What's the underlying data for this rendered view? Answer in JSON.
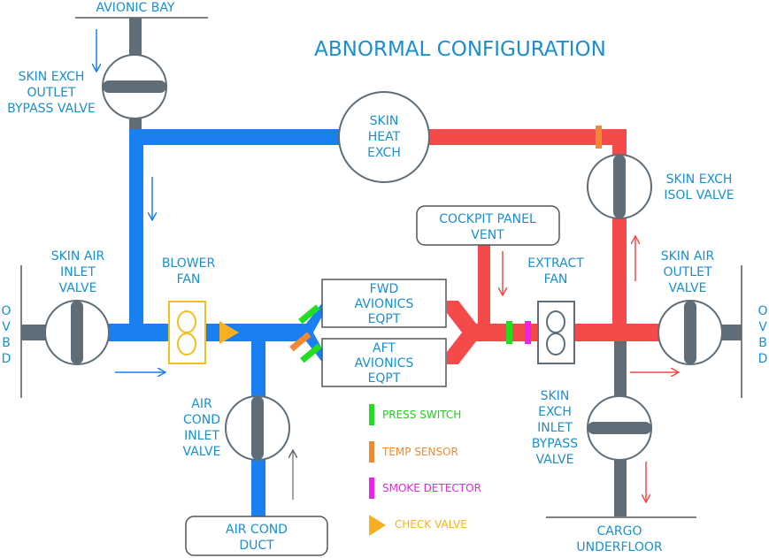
{
  "title": "ABNORMAL CONFIGURATION",
  "labels": {
    "avionic_bay": "AVIONIC BAY",
    "skin_exch_outlet_bypass": [
      "SKIN EXCH",
      "OUTLET",
      "BYPASS VALVE"
    ],
    "skin_heat_exch": [
      "SKIN",
      "HEAT",
      "EXCH"
    ],
    "skin_exch_isol": [
      "SKIN EXCH",
      "ISOL VALVE"
    ],
    "cockpit_panel_vent": [
      "COCKPIT PANEL",
      "VENT"
    ],
    "skin_air_inlet": [
      "SKIN AIR",
      "INLET",
      "VALVE"
    ],
    "blower_fan": [
      "BLOWER",
      "FAN"
    ],
    "fwd_avionics": [
      "FWD",
      "AVIONICS",
      "EQPT"
    ],
    "aft_avionics": [
      "AFT",
      "AVIONICS",
      "EQPT"
    ],
    "extract_fan": [
      "EXTRACT",
      "FAN"
    ],
    "skin_air_outlet": [
      "SKIN AIR",
      "OUTLET",
      "VALVE"
    ],
    "ovbd_left": [
      "O",
      "V",
      "B",
      "D"
    ],
    "ovbd_right": [
      "O",
      "V",
      "B",
      "D"
    ],
    "air_cond_inlet": [
      "AIR",
      "COND",
      "INLET",
      "VALVE"
    ],
    "skin_exch_inlet_bypass": [
      "SKIN",
      "EXCH",
      "INLET",
      "BYPASS",
      "VALVE"
    ],
    "air_cond_duct": [
      "AIR COND",
      "DUCT"
    ],
    "cargo_underfloor": [
      "CARGO",
      "UNDERFLOOR"
    ]
  },
  "legend": {
    "press_switch": "PRESS SWITCH",
    "temp_sensor": "TEMP SENSOR",
    "smoke_detector": "SMOKE DETECTOR",
    "check_valve": "CHECK VALVE"
  },
  "colors": {
    "blue_duct": "#1a7ff0",
    "red_duct": "#f44a4a",
    "valve_gray": "#5e6d78",
    "label_blue": "#1a8fd0",
    "press_switch": "#22dd22",
    "temp_sensor": "#f08a30",
    "smoke_detector": "#ee22ee",
    "check_valve": "#f8b020",
    "blower_fan_box": "#f0c020"
  }
}
